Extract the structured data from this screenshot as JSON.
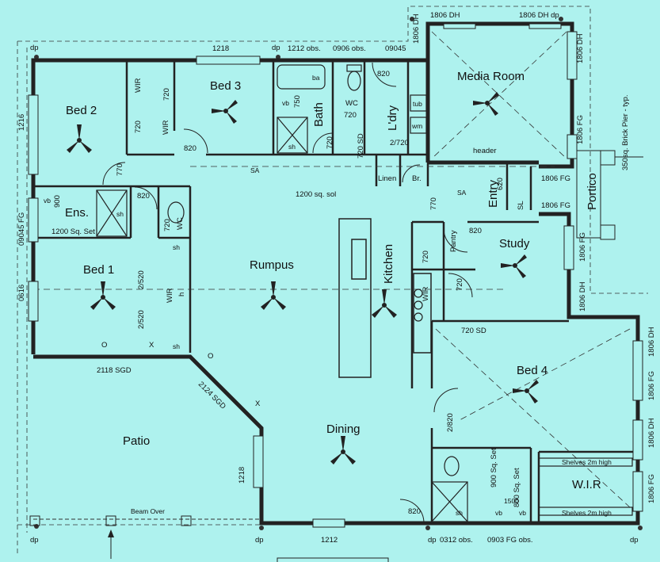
{
  "rooms": {
    "bed2": "Bed 2",
    "bed3": "Bed 3",
    "bath": "Bath",
    "ldry": "L'dry",
    "media": "Media Room",
    "ens": "Ens.",
    "bed1": "Bed 1",
    "rumpus": "Rumpus",
    "kitchen": "Kitchen",
    "entry": "Entry",
    "portico": "Portico",
    "study": "Study",
    "bed4": "Bed 4",
    "patio": "Patio",
    "dining": "Dining",
    "wir_large": "W.I.R"
  },
  "labels": {
    "dp": "dp",
    "win_1806dh": "1806 DH",
    "win_1806dh_dp": "1806 DH dp",
    "win_1218": "1218",
    "win_1212obs": "1212 obs.",
    "win_0906obs": "0906 obs.",
    "win_09045": "09045",
    "win_1216": "1216",
    "win_09045fg": "09045 FG",
    "win_0616": "0616",
    "win_1806fg": "1806 FG",
    "wir": "WIR",
    "wc": "WC",
    "d820": "820",
    "d720": "720",
    "d770": "770",
    "d720sd": "720 SD",
    "d2720": "2/720",
    "d2520": "2/520",
    "d2820": "2/820",
    "linen": "Linen",
    "br": "Br.",
    "tub": "tub",
    "wm": "wm",
    "sh": "sh",
    "vb": "vb",
    "ba": "ba",
    "n750": "750",
    "n900": "900",
    "n1500": "1500",
    "h": "h",
    "sa": "SA",
    "set_1200_sq": "1200 Sq. Set",
    "sol_1200": "1200 sq. sol",
    "header": "header",
    "pantry": "Pantry",
    "sl": "SL",
    "d620": "620",
    "sgd_2118": "2118 SGD",
    "sgd_2124": "2124 SGD",
    "mark_o": "O",
    "mark_x": "X",
    "beam_over": "Beam Over",
    "set_900": "900 Sq. Set",
    "set_800": "800 Sq. Set",
    "shelves": "Shelves 2m high",
    "win_1212": "1212",
    "win_0312obs": "0312 obs.",
    "win_0903fgobs": "0903 FG obs.",
    "pier_note": "350sq. Brick Pier - typ.",
    "win_1806fg_2": "1806 FG"
  }
}
